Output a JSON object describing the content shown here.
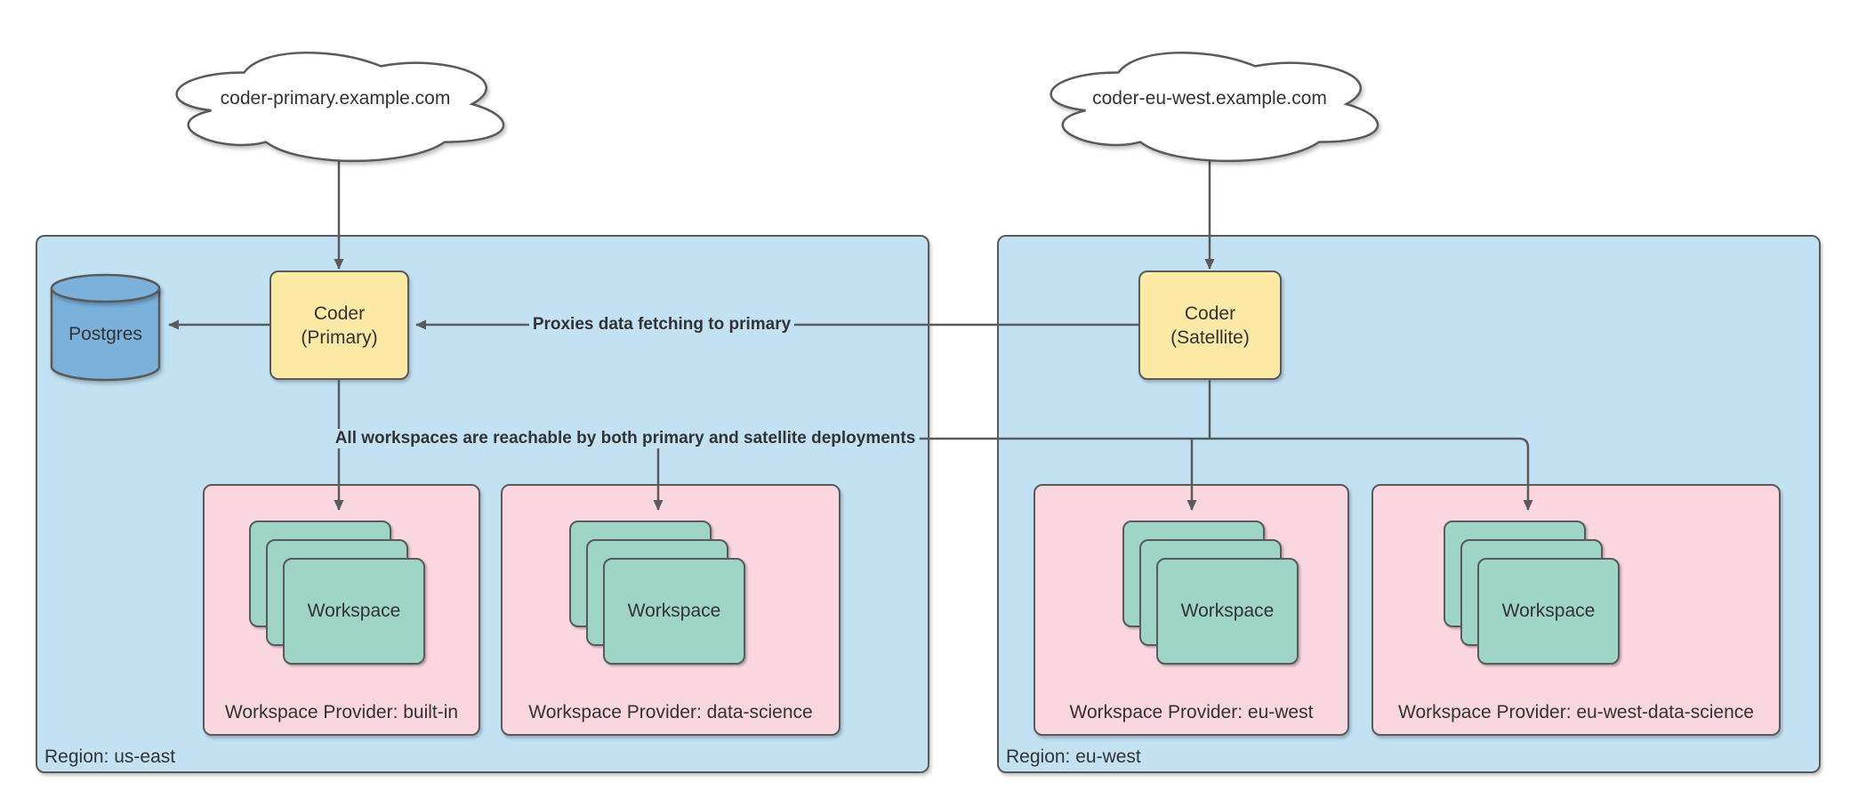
{
  "clouds": [
    {
      "label": "coder-primary.example.com"
    },
    {
      "label": "coder-eu-west.example.com"
    }
  ],
  "database": {
    "label": "Postgres"
  },
  "coder_nodes": [
    {
      "name": "Coder",
      "role": "(Primary)"
    },
    {
      "name": "Coder",
      "role": "(Satellite)"
    }
  ],
  "annotations": {
    "proxies": "Proxies data fetching to primary",
    "reachable": "All workspaces are reachable by both primary and satellite deployments"
  },
  "regions": [
    {
      "label": "Region: us-east",
      "providers": [
        {
          "label": "Workspace Provider: built-in"
        },
        {
          "label": "Workspace Provider: data-science"
        }
      ]
    },
    {
      "label": "Region: eu-west",
      "providers": [
        {
          "label": "Workspace Provider: eu-west"
        },
        {
          "label": "Workspace Provider: eu-west-data-science"
        }
      ]
    }
  ],
  "workspace_label": "Workspace",
  "colors": {
    "region-fill": "#c2e2f4",
    "provider-fill": "#f9d6e0",
    "node-fill": "#fce9a6",
    "workspace-fill": "#9ed5c6",
    "db-fill": "#7cb1dc",
    "line": "#5a5a5a",
    "text": "#333333"
  }
}
